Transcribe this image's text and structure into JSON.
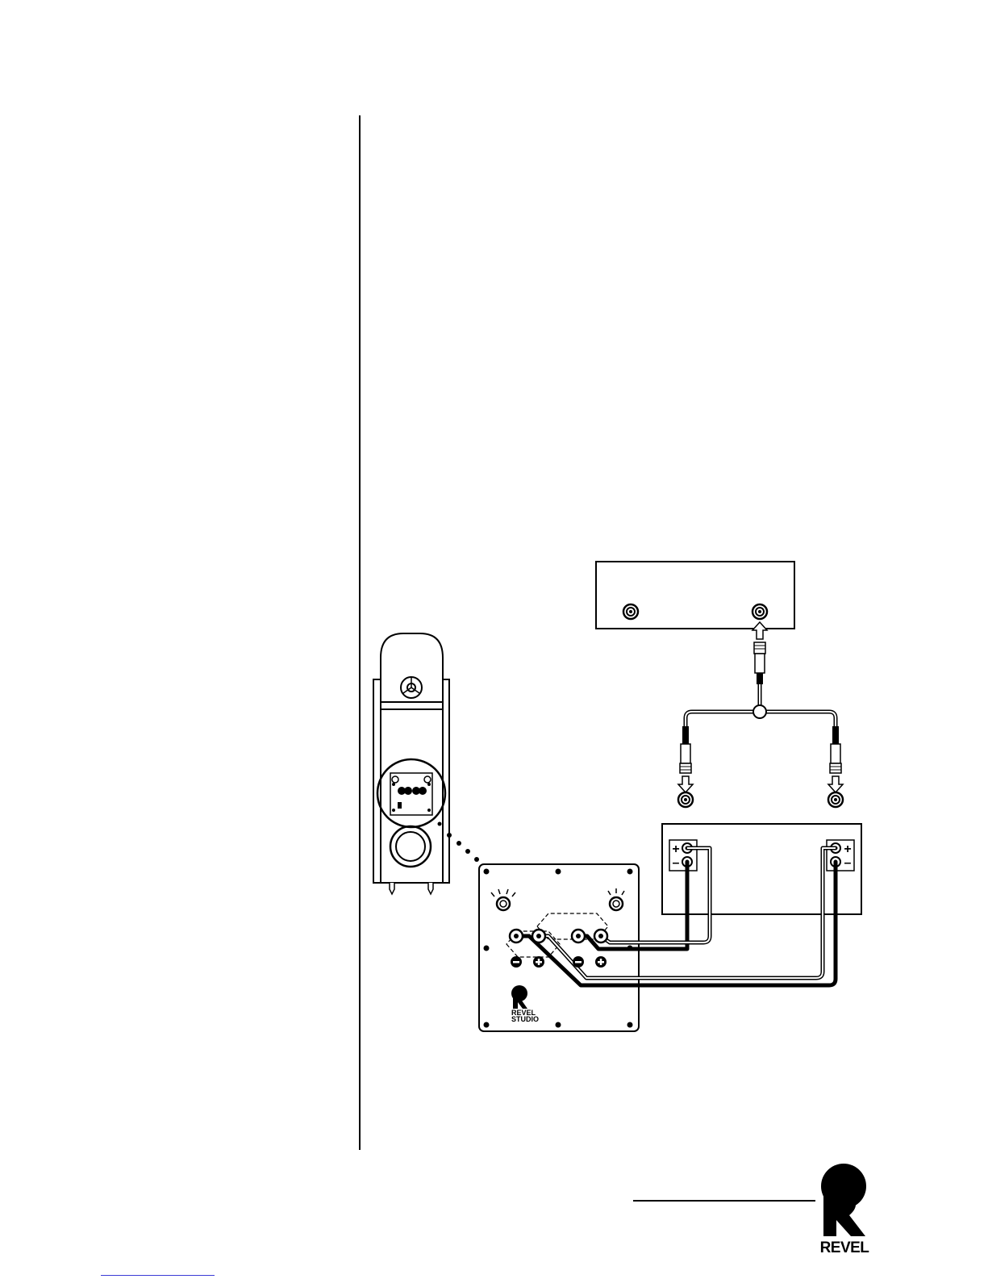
{
  "colors": {
    "ink": "#000000",
    "paper": "#ffffff",
    "link": "#3b3bd6"
  },
  "logo": {
    "icon": "revel-r-logo",
    "text": "REVEL"
  },
  "panel": {
    "badge_text_1": "REVEL",
    "badge_text_2": "STUDIO"
  },
  "amplifier_terminals": {
    "left_plus": "+",
    "left_minus": "–",
    "right_plus": "+",
    "right_minus": "–"
  }
}
